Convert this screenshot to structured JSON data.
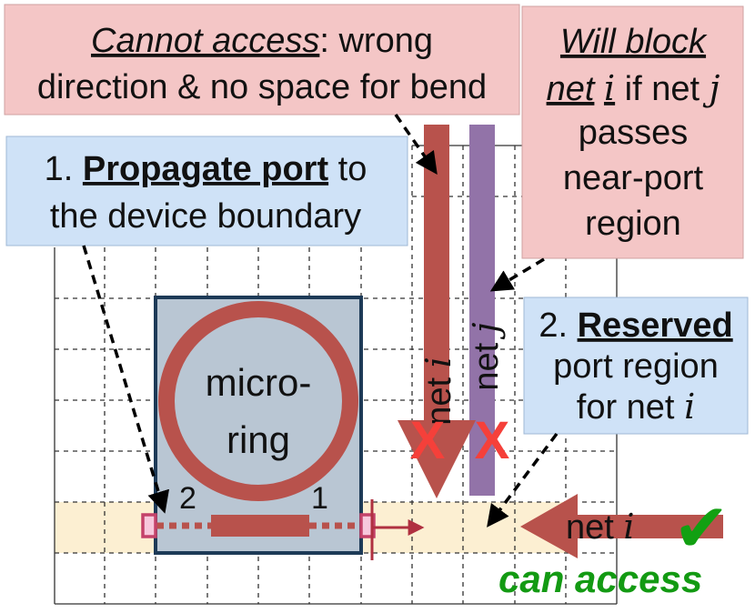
{
  "callouts": {
    "cannot_access": {
      "emphasis": "Cannot access",
      "rest": ": wrong",
      "line2": "direction & no space for bend"
    },
    "propagate": {
      "prefix": "1. ",
      "emphasis": "Propagate port",
      "suffix": " to",
      "line2": "the device boundary"
    },
    "will_block": {
      "line1": "Will block",
      "line2_emph": "net",
      "line2_math": "i",
      "line2_rest": " if net ",
      "line2_math2": "j",
      "line3": "passes",
      "line4": "near-port",
      "line5": "region"
    },
    "reserved": {
      "prefix": "2. ",
      "emphasis": "Reserved",
      "line2": "port region",
      "line3_text": "for net ",
      "line3_math": "i"
    }
  },
  "device": {
    "label_line1": "micro-",
    "label_line2": "ring",
    "port_left_label": "2",
    "port_right_label": "1"
  },
  "nets": {
    "vertical_i": {
      "word": "net",
      "index": "i"
    },
    "vertical_j": {
      "word": "net",
      "index": "j"
    },
    "horizontal_i": {
      "word": "net",
      "index": "i"
    }
  },
  "status": {
    "success_text": "can access",
    "blocked_marks": [
      "X",
      "X"
    ],
    "success_mark": "✔"
  },
  "colors": {
    "pink_box": "#f4c6c6",
    "blue_box": "#cfe2f7",
    "device_fill": "#b9c6d3",
    "device_border": "#1d3a57",
    "ring": "#b8524c",
    "net_j": "#9273a8",
    "reserved_region": "#fcefd2",
    "cross": "#f5403a",
    "check": "#12a012",
    "success_text": "#139a13",
    "port": "#c4426a"
  }
}
